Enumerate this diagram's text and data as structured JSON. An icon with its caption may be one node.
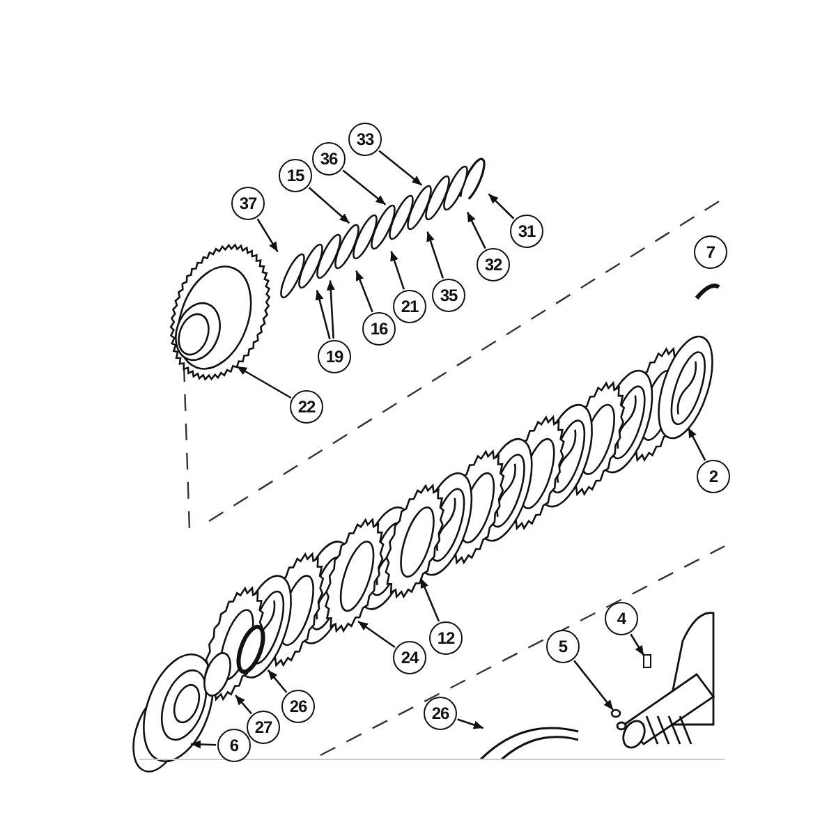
{
  "diagram": {
    "nodes": [
      {
        "text": [
          "33"
        ]
      },
      {
        "text": [
          "36"
        ]
      },
      {
        "text": [
          "15"
        ]
      },
      {
        "text": [
          "37"
        ]
      },
      {
        "text": [
          "31"
        ]
      },
      {
        "text": [
          "32"
        ]
      },
      {
        "text": [
          "35"
        ]
      },
      {
        "text": [
          "21"
        ]
      },
      {
        "text": [
          "16"
        ]
      },
      {
        "text": [
          "19"
        ]
      },
      {
        "text": [
          "22"
        ]
      },
      {
        "text": [
          "7"
        ]
      },
      {
        "text": [
          "2"
        ]
      },
      {
        "text": [
          "12"
        ]
      },
      {
        "text": [
          "24"
        ]
      },
      {
        "text": [
          "26"
        ]
      },
      {
        "text": [
          "27"
        ]
      },
      {
        "text": [
          "6"
        ]
      },
      {
        "text": [
          "4"
        ]
      },
      {
        "text": [
          "5"
        ]
      },
      {
        "text": [
          "26"
        ]
      },
      {
        "text": [],
        "shape": "ring"
      },
      {
        "text": [],
        "shape": "ring"
      },
      {
        "text": [],
        "shape": "ring"
      },
      {
        "text": [],
        "shape": "ring"
      },
      {
        "text": [],
        "shape": "ring"
      },
      {
        "text": [],
        "shape": "ring"
      },
      {
        "text": [],
        "shape": "ring"
      },
      {
        "text": [],
        "shape": "ring"
      },
      {
        "text": [],
        "shape": "ring"
      },
      {
        "text": [],
        "shape": "ring"
      },
      {
        "text": [],
        "shape": "ring"
      },
      {
        "text": [],
        "shape": "gear"
      },
      {
        "text": [],
        "shape": "disc"
      },
      {
        "text": [],
        "shape": "disc"
      },
      {
        "text": [],
        "shape": "disc"
      },
      {
        "text": [],
        "shape": "ring"
      },
      {
        "text": [],
        "shape": "ring"
      },
      {
        "text": [],
        "shape": "piston"
      },
      {
        "text": [],
        "shape": "box"
      },
      {
        "text": [],
        "shape": "ring"
      },
      {
        "text": [],
        "shape": "ring"
      }
    ],
    "edges": [
      {
        "from": 0,
        "to": 21,
        "arrow": "to"
      },
      {
        "from": 1,
        "to": 22,
        "arrow": "to"
      },
      {
        "from": 2,
        "to": 23,
        "arrow": "to"
      },
      {
        "from": 3,
        "to": 24,
        "arrow": "to"
      },
      {
        "from": 4,
        "to": 25,
        "arrow": "to"
      },
      {
        "from": 5,
        "to": 26,
        "arrow": "to"
      },
      {
        "from": 6,
        "to": 27,
        "arrow": "to"
      },
      {
        "from": 7,
        "to": 28,
        "arrow": "to"
      },
      {
        "from": 8,
        "to": 29,
        "arrow": "to"
      },
      {
        "from": 9,
        "to": 30,
        "arrow": "to"
      },
      {
        "from": 9,
        "to": 31,
        "arrow": "to"
      },
      {
        "from": 10,
        "to": 32,
        "arrow": "to"
      },
      {
        "from": 12,
        "to": 33,
        "arrow": "to"
      },
      {
        "from": 13,
        "to": 34,
        "arrow": "to"
      },
      {
        "from": 14,
        "to": 35,
        "arrow": "to"
      },
      {
        "from": 15,
        "to": 36,
        "arrow": "to"
      },
      {
        "from": 16,
        "to": 37,
        "arrow": "to"
      },
      {
        "from": 17,
        "to": 38,
        "arrow": "to"
      },
      {
        "from": 18,
        "to": 39,
        "arrow": "to"
      },
      {
        "from": 19,
        "to": 40,
        "arrow": "to"
      },
      {
        "from": 20,
        "to": 41,
        "arrow": "to"
      }
    ]
  }
}
